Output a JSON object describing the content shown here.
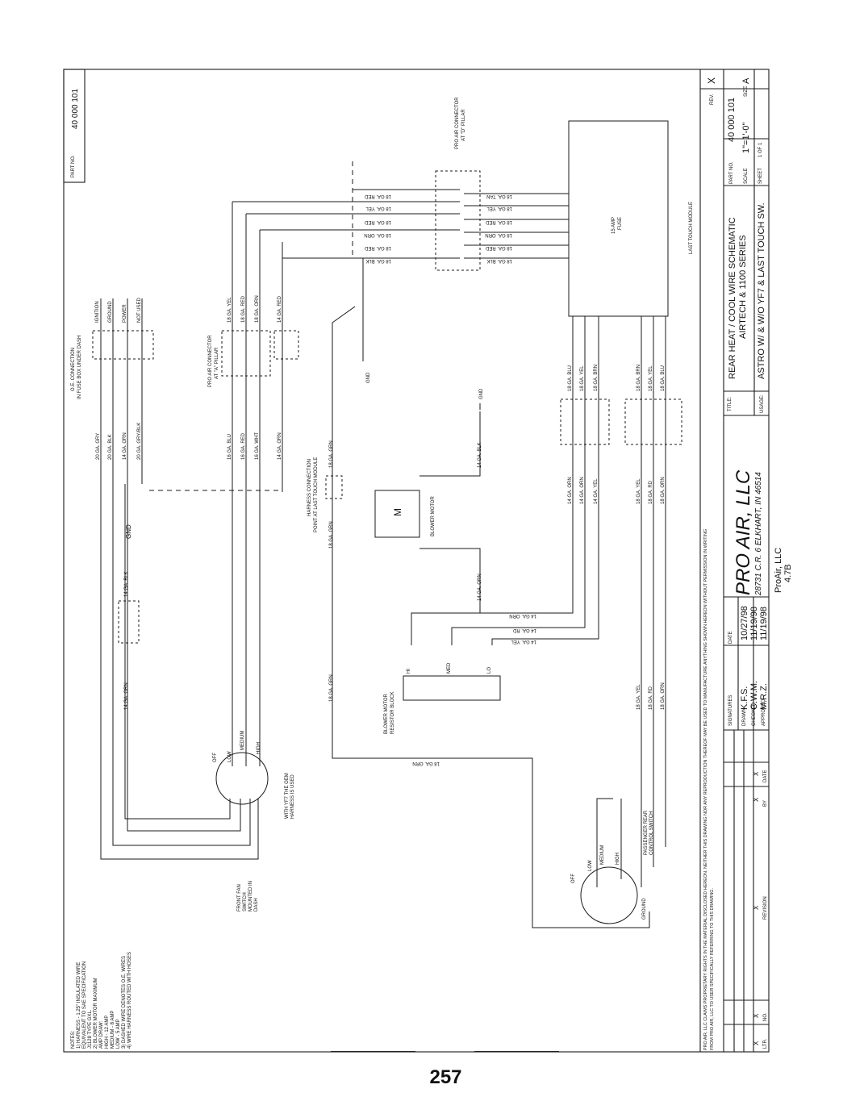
{
  "page_number": "257",
  "title_block": {
    "part_no_label": "PART NO.",
    "part_no": "40 000 101",
    "rev_label": "REV.",
    "rev": "X",
    "size_label": "SIZE",
    "size": "A",
    "scale_label": "SCALE",
    "scale": "1\"=1'-0\"",
    "sheet_label": "SHEET",
    "sheet_text": "1  OF  1",
    "title_label": "TITLE:",
    "title_line1": "REAR HEAT / COOL WIRE SCHEMATIC",
    "title_line2": "AIRTECH & 1100 SERIES",
    "usage_label": "USAGE:",
    "usage": "ASTRO W/ & W/O YF7 & LAST TOUCH SW.",
    "company": "PRO AIR, LLC",
    "address": "28731 C.R. 6   ELKHART, IN 46514",
    "footer_company": "ProAir, LLC",
    "footer_model": "4.7B",
    "sig_header": "SIGNATURES",
    "date_header": "DATE",
    "drawn_label": "DRAWN",
    "drawn_by": "K.F.S.",
    "drawn_date": "10/27/98",
    "checked_label": "CHECKED",
    "checked_by": "C.W.M.",
    "checked_date": "11/19/98",
    "approved_label": "APPROVED",
    "approved_by": "M.R.Z.",
    "approved_date": "11/19/98",
    "rev_col_ltr": "LTR.",
    "rev_col_no": "NO.",
    "rev_col_revision": "REVISION",
    "rev_col_by": "BY",
    "rev_col_date": "DATE",
    "rev_mark": "X",
    "disclaimer1": "PRO AIR, LLC CLAIMS PROPRIETARY RIGHTS IN THE MATERIAL DISCLOSED HEREON. NEITHER THIS DRAWING NOR ANY REPRODUCTION THEREOF MAY BE USED TO MANUFACTURE ANYTHING SHOWN HEREON WITHOUT PERMISSION IN WRITING",
    "disclaimer2": "FROM PRO AIR, LLC TO USER SPECIFICALLY REFERRING TO THIS DRAWING."
  },
  "notes": [
    "NOTES:",
    "1) HARNESS - 1.25\" INSULATED WIRE",
    "   EQUIVALENT TO SAE SPECIFICATION",
    "   J1128 TYPE GXL.",
    "2) BLOWER MOTOR MAXIMUM",
    "   AMP DRAW:",
    "   HIGH - 12 AMP",
    "   MEDIUM - 8 AMP",
    "   LOW - 5 AMP",
    "3) DASHED WIRE DENOTES O.E. WIRES",
    "4) WIRE HARNESS ROUTED WITH HOSES"
  ],
  "labels": {
    "oe_connection": "O.E. CONNECTION",
    "oe_connection2": "IN FUSE BOX UNDER DASH",
    "ignition": "IGNITION",
    "ground": "GROUND",
    "power": "POWER",
    "not_used": "NOT USED",
    "proair_a_pillar": "PRO AIR CONNECTOR",
    "proair_a_pillar2": "AT \"A\" PILLAR",
    "proair_d_pillar": "PRO AIR CONNECTOR",
    "proair_d_pillar2": "AT \"D\" PILLAR",
    "harness_connection": "HARNESS CONNECTION",
    "harness_connection2": "POINT AT LAST TOUCH MODULE",
    "blower_motor": "BLOWER MOTOR",
    "motor_symbol": "M",
    "resistor_block": "BLOWER MOTOR",
    "resistor_block2": "RESISTOR BLOCK",
    "hi": "HI",
    "med": "MED",
    "lo": "LO",
    "gnd": "GND",
    "gnd_text": "GND",
    "front_fan": [
      "FRONT FAN",
      "SWITCH",
      "MOUNTED IN",
      "DASH"
    ],
    "yf7_note": [
      "WITH YF7 THE OEM",
      "HARNESS IS USED"
    ],
    "passenger_switch": [
      "PASSENGER REAR",
      "CONTROL SWITCH"
    ],
    "off": "OFF",
    "low": "LOW",
    "medium": "MEDIUM",
    "high": "HIGH",
    "ground_term": "GROUND",
    "last_touch_module": "LAST TOUCH MODULE",
    "fuse": "15 AMP",
    "fuse2": "FUSE"
  },
  "wires": {
    "oe_left": [
      "20 GA. GRY",
      "20 GA. BLK",
      "14 GA. ORN",
      "20 GA. GRY/BLK"
    ],
    "oe_pillar": [
      "16 GA. BLU",
      "16 GA. RED",
      "16 GA. WHT",
      "14 GA. ORN"
    ],
    "pillar_a": [
      "18 GA. YEL",
      "18 GA. RED",
      "18 GA. ORN",
      "14 GA. RED"
    ],
    "d_pillar_left": [
      "18 GA. RED",
      "18 GA. YEL",
      "18 GA. RED",
      "18 GA. ORN",
      "18 GA. RED",
      "18 GA. BLK"
    ],
    "d_pillar_right": [
      "18 GA. TAN",
      "18 GA. YEL",
      "18 GA. RED",
      "18 GA. ORN",
      "18 GA. RED",
      "18 GA. BLK"
    ],
    "module_out": [
      "18 GA. BLU",
      "18 GA. YEL",
      "18 GA. BRN",
      "18 GA. BRN",
      "18 GA. YEL",
      "18 GA. BLU"
    ],
    "lower_mid": [
      "14 GA. ORN",
      "14 GA. ORN",
      "14 GA. YEL",
      "18 GA. YEL",
      "18 GA. RD",
      "18 GA. ORN"
    ],
    "resistor_feed": [
      "14 GA. ORN",
      "14 GA. RD",
      "14 GA. YEL"
    ],
    "blower_feed": "14 GA. BLK",
    "blower_ret": "14 GA. ORN",
    "harness_grn": "18 GA. GRN",
    "fan_orn": "14 GA. ORN",
    "fan_blk": "14 GA. BLK",
    "rear_sw": [
      "18 GA. YEL",
      "18 GA. RD",
      "18 GA. ORN"
    ]
  }
}
